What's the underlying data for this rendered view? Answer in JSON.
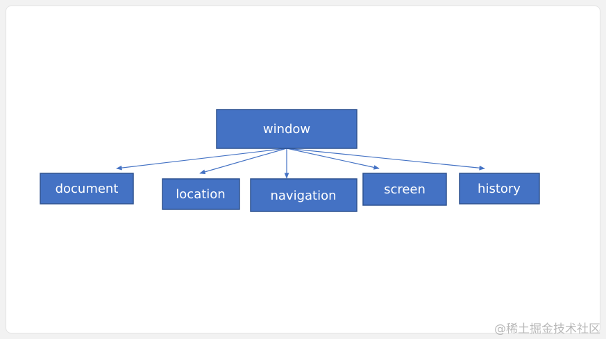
{
  "colors": {
    "node_fill": "#4472c4",
    "node_border": "#2f528f",
    "arrow": "#4472c4",
    "label": "#ffffff"
  },
  "diagram": {
    "root": {
      "label": "window"
    },
    "children": [
      {
        "label": "document"
      },
      {
        "label": "location"
      },
      {
        "label": "navigation"
      },
      {
        "label": "screen"
      },
      {
        "label": "history"
      }
    ]
  },
  "watermark": "@稀土掘金技术社区"
}
